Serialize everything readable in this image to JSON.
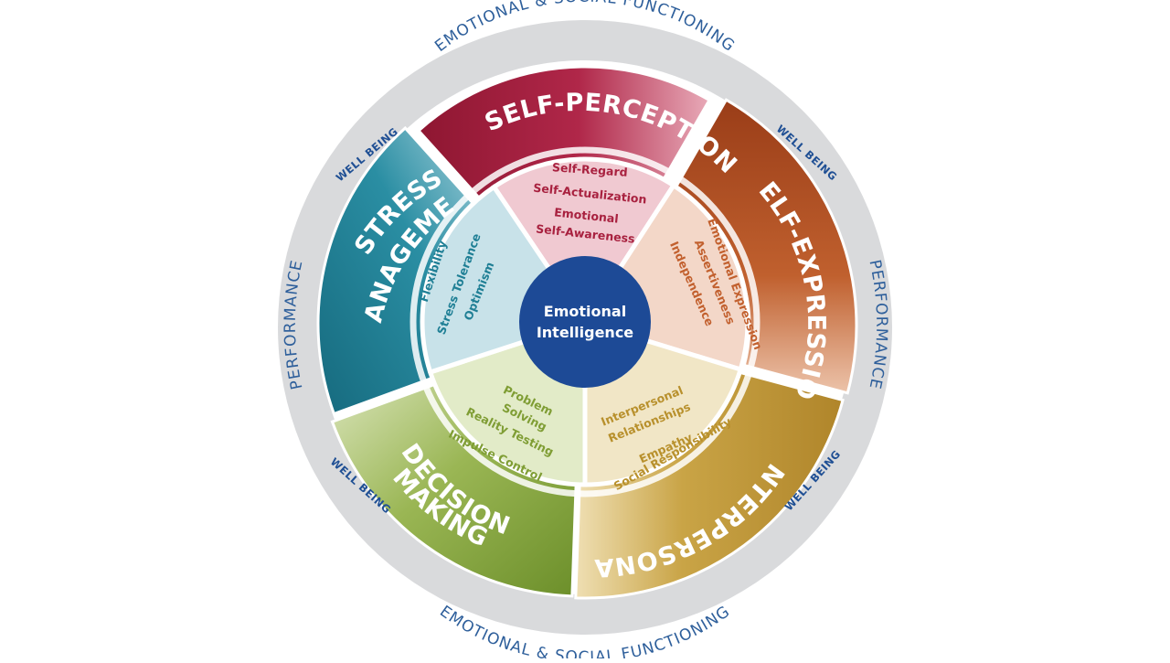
{
  "colors": {
    "outer_ring": "#d9dadc",
    "white_ring": "#ffffff",
    "center": "#1d4a96",
    "band_text": "#2e5f9b",
    "well_being_text": "#1f4f94"
  },
  "center": {
    "line1": "Emotional",
    "line2": "Intelligence"
  },
  "outer_ring": {
    "top": "EMOTIONAL & SOCIAL FUNCTIONING",
    "bottom": "EMOTIONAL & SOCIAL FUNCTIONING",
    "left": "PERFORMANCE",
    "right": "PERFORMANCE",
    "well_being": [
      "WELL BEING",
      "WELL BEING",
      "WELL BEING",
      "WELL BEING"
    ]
  },
  "sectors": [
    {
      "id": "self-perception",
      "title_lines": [
        "SELF-PERCEPTION"
      ],
      "outer_color": "#a8213f",
      "inner_color": "#f0c9d1",
      "text_color": "#a8213f",
      "subscales": [
        "Self-Regard",
        "Self-Actualization",
        "Emotional",
        "Self-Awareness"
      ]
    },
    {
      "id": "self-expression",
      "title_lines": [
        "SELF-EXPRESSION"
      ],
      "outer_color": "#b4522a",
      "inner_color": "#f3d7c8",
      "text_color": "#c2602e",
      "subscales": [
        "Emotional Expression",
        "Assertiveness",
        "Independence"
      ]
    },
    {
      "id": "interpersonal",
      "title_lines": [
        "INTERPERSONAL"
      ],
      "outer_color": "#c29a35",
      "inner_color": "#f1e6c6",
      "text_color": "#b8902c",
      "subscales": [
        "Interpersonal",
        "Relationships",
        "Empathy",
        "Social Responsibility"
      ]
    },
    {
      "id": "decision-making",
      "title_lines": [
        "DECISION",
        "MAKING"
      ],
      "outer_color": "#82a23a",
      "inner_color": "#e2ebc8",
      "text_color": "#7f9d34",
      "subscales": [
        "Problem",
        "Solving",
        "Reality Testing",
        "Impulse Control"
      ]
    },
    {
      "id": "stress-management",
      "title_lines": [
        "STRESS",
        "MANAGEMENT"
      ],
      "outer_color": "#1d7d93",
      "inner_color": "#c8e2e9",
      "text_color": "#1f7f95",
      "subscales": [
        "Flexibility",
        "Stress Tolerance",
        "Optimism"
      ]
    }
  ]
}
